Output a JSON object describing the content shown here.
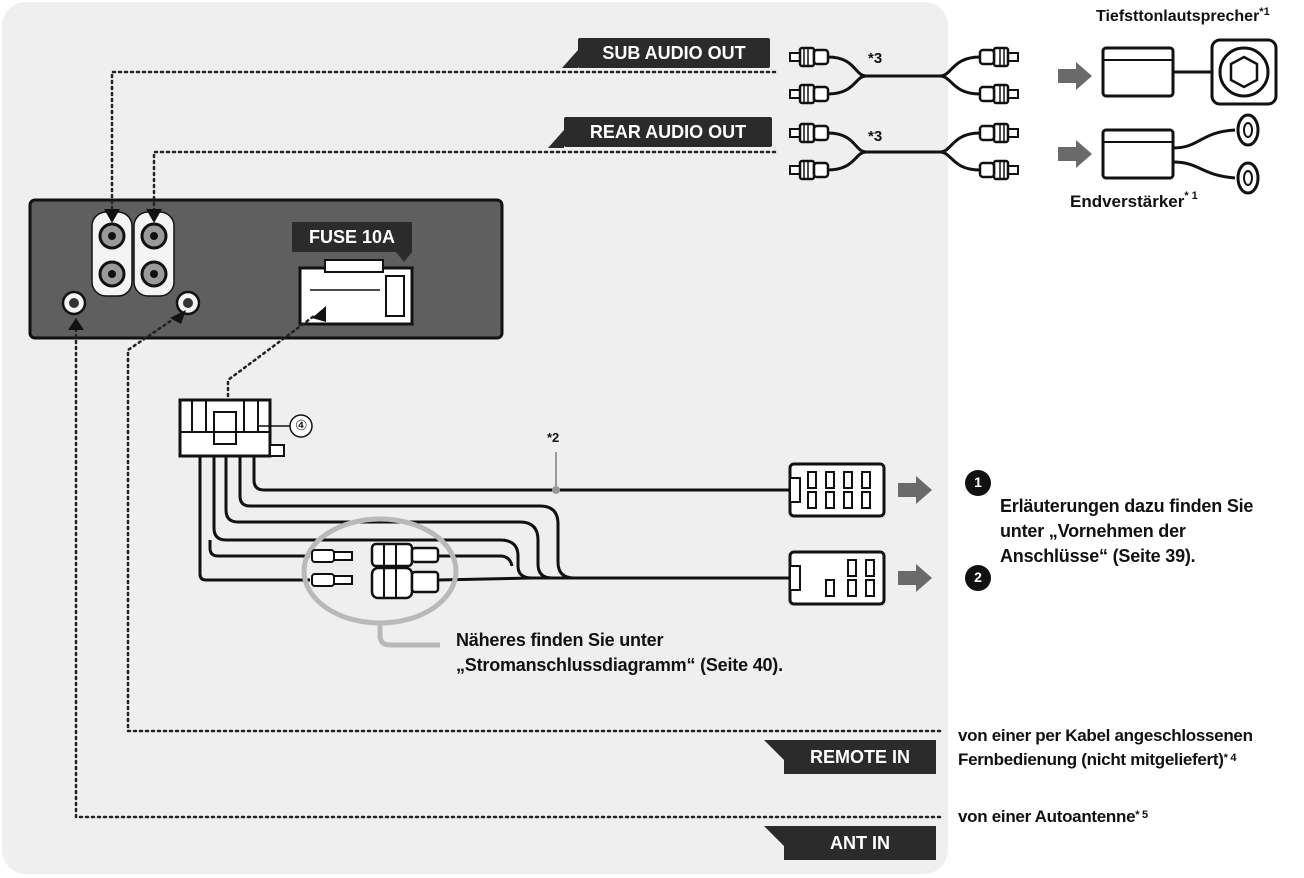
{
  "tags": {
    "sub_audio_out": "SUB AUDIO OUT",
    "rear_audio_out": "REAR AUDIO OUT",
    "fuse": "FUSE 10A",
    "remote_in": "REMOTE IN",
    "ant_in": "ANT IN"
  },
  "devices": {
    "subwoofer": {
      "label": "Tiefsttonlautsprecher",
      "note": "*1"
    },
    "amplifier": {
      "label": "Endverstärker",
      "note": "* 1"
    }
  },
  "markers": {
    "cable_note_sub": "*3",
    "cable_note_rear": "*3",
    "wire_note": "*2",
    "connector_circle": "④",
    "output_1": "1",
    "output_2": "2"
  },
  "notes": {
    "connections_line1": "Erläuterungen dazu finden Sie",
    "connections_line2": "unter „Vornehmen der",
    "connections_line3": "Anschlüsse“ (Seite 39).",
    "power_line1": "Näheres finden Sie unter",
    "power_line2": "„Stromanschlussdiagramm“ (Seite 40).",
    "remote_line1": "von einer per Kabel angeschlossenen",
    "remote_line2": "Fernbedienung (nicht mitgeliefert)",
    "remote_note": "* 4",
    "antenna_line": "von einer Autoantenne",
    "antenna_note": "* 5"
  },
  "colors": {
    "panel_bg": "#efefef",
    "unit_body": "#5f5f5f",
    "tag_bg": "#2b2b2b",
    "highlight_ring": "#b9b9b9",
    "wire": "#1a1a1a"
  }
}
